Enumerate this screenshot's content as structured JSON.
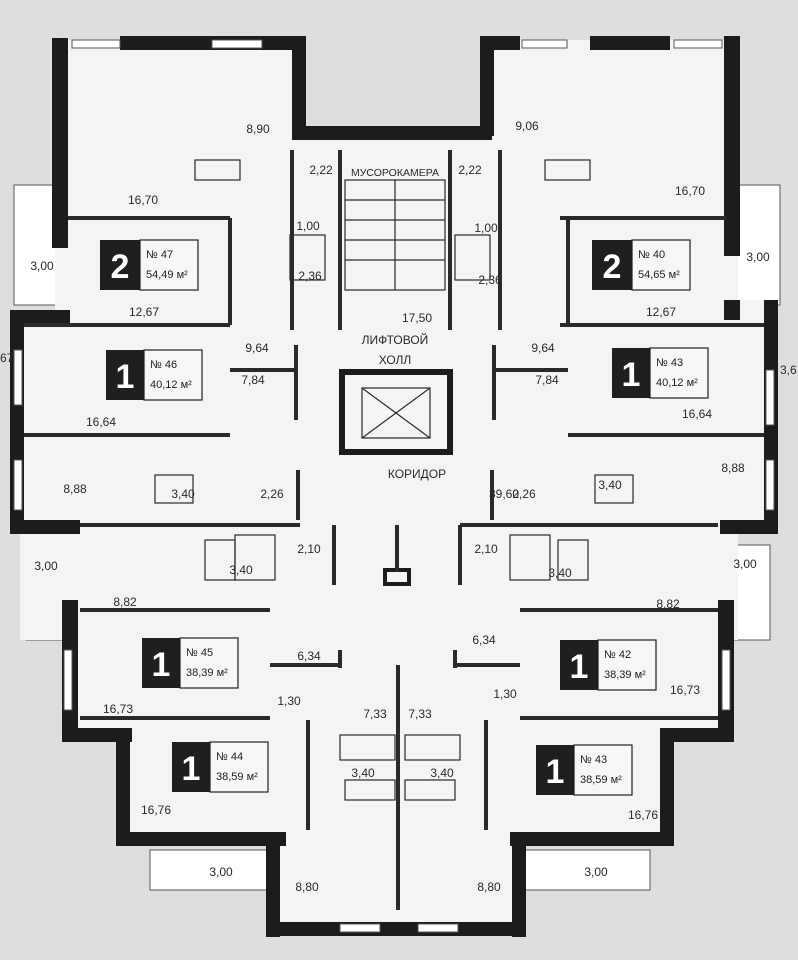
{
  "apartments": [
    {
      "rooms": "2",
      "number": "№ 47",
      "area": "54,49 м²"
    },
    {
      "rooms": "2",
      "number": "№ 40",
      "area": "54,65 м²"
    },
    {
      "rooms": "1",
      "number": "№ 46",
      "area": "40,12 м²"
    },
    {
      "rooms": "1",
      "number": "№ 43",
      "area": "40,12 м²"
    },
    {
      "rooms": "1",
      "number": "№ 45",
      "area": "38,39 м²"
    },
    {
      "rooms": "1",
      "number": "№ 42",
      "area": "38,39 м²"
    },
    {
      "rooms": "1",
      "number": "№ 44",
      "area": "38,59 м²"
    },
    {
      "rooms": "1",
      "number": "№ 43",
      "area": "38,59 м²"
    }
  ],
  "common_areas": {
    "garbage_chamber": "МУСОРОКАМЕРА",
    "elevator_hall_line1": "ЛИФТОВОЙ",
    "elevator_hall_line2": "ХОЛЛ",
    "corridor": "КОРИДОР",
    "hall_area": "17,50",
    "corridor_area": "39,60"
  },
  "room_areas": [
    "8,90",
    "9,06",
    "2,22",
    "2,22",
    "16,70",
    "16,70",
    "1,00",
    "1,00",
    "3,00",
    "3,00",
    "2,36",
    "2,36",
    "12,67",
    "12,67",
    "9,64",
    "9,64",
    "7,84",
    "7,84",
    "16,64",
    "16,64",
    "8,88",
    "8,88",
    "3,40",
    "3,40",
    "2,26",
    "2,26",
    "2,10",
    "2,10",
    "3,40",
    "3,40",
    "3,00",
    "3,00",
    "8,82",
    "8,82",
    "6,34",
    "6,34",
    "16,73",
    "16,73",
    "1,30",
    "1,30",
    "7,33",
    "7,33",
    "3,40",
    "3,40",
    "16,76",
    "16,76",
    "3,00",
    "3,00",
    "8,80",
    "8,80"
  ],
  "edge_labels": [
    "67",
    "3,6"
  ]
}
